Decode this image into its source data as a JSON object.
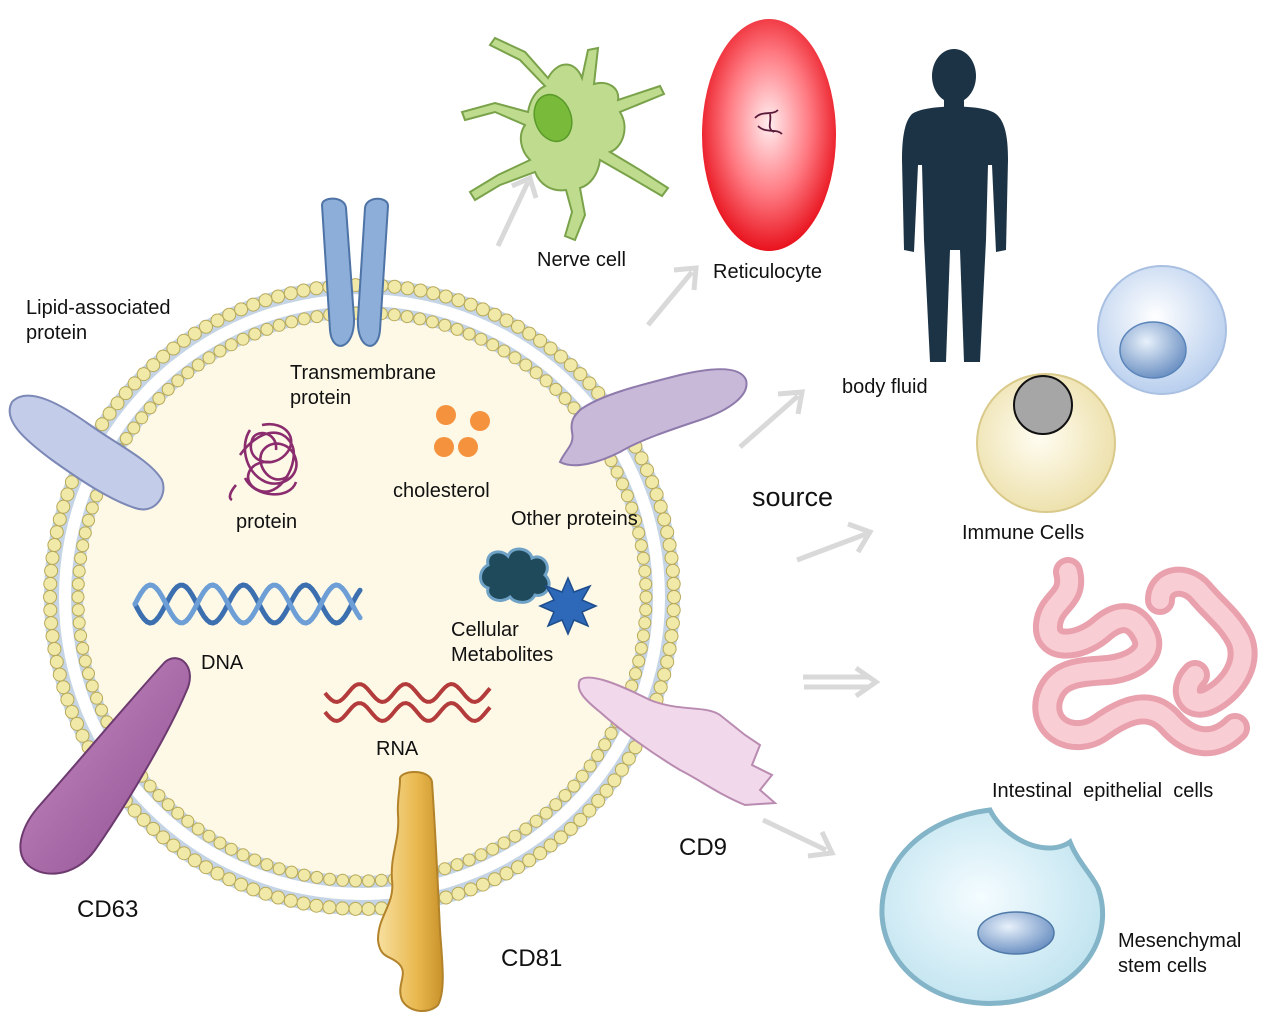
{
  "vesicle": {
    "labels": {
      "lipid_associated": "Lipid-associated\nprotein",
      "transmembrane": "Transmembrane\nprotein",
      "protein": "protein",
      "cholesterol": "cholesterol",
      "other_proteins": "Other proteins",
      "dna": "DNA",
      "rna": "RNA",
      "metabolites": "Cellular\nMetabolites",
      "cd63": "CD63",
      "cd81": "CD81",
      "cd9": "CD9"
    }
  },
  "sources": {
    "heading": "source",
    "nerve": "Nerve cell",
    "reticulocyte": "Reticulocyte",
    "body_fluid": "body fluid",
    "immune": "Immune Cells",
    "intestinal": "Intestinal  epithelial  cells",
    "msc": "Mesenchymal\nstem  cells"
  },
  "colors": {
    "membrane_head": "#f1e9a8",
    "membrane_tail": "#c7d6e6",
    "lumen": "#fdf9e6",
    "arrow": "#d9d9d9"
  },
  "icons": [
    "lipid-associated-protein-icon",
    "transmembrane-protein-icon",
    "protein-icon",
    "cholesterol-icon",
    "other-protein-icon",
    "dna-icon",
    "rna-icon",
    "metabolites-icon",
    "cd63-icon",
    "cd81-icon",
    "cd9-icon",
    "nerve-cell-icon",
    "reticulocyte-icon",
    "human-body-icon",
    "immune-cell-icon",
    "intestine-icon",
    "mesenchymal-stem-cell-icon"
  ]
}
